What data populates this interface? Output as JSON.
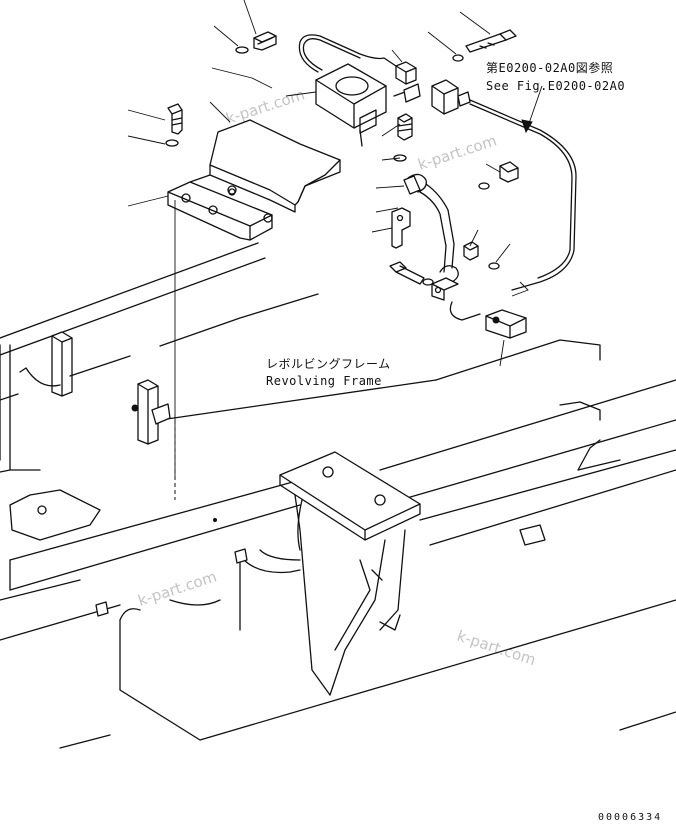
{
  "reference": {
    "jp": "第E0200-02A0図参照",
    "en": "See Fig.E0200-02A0"
  },
  "frame_label": {
    "jp": "レボルビングフレーム",
    "en": "Revolving Frame"
  },
  "watermark": "k-part.com",
  "drawing_code": "00006334"
}
